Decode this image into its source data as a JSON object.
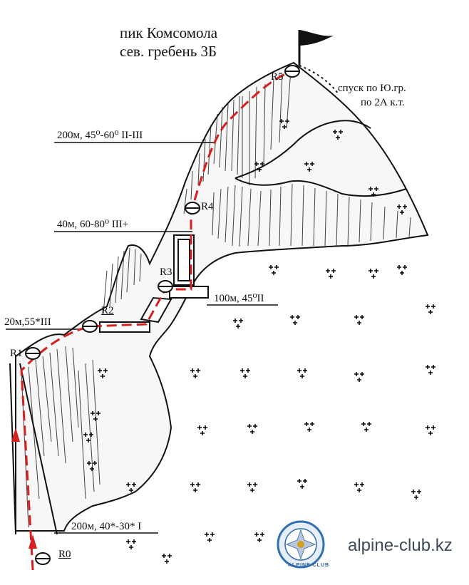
{
  "title": {
    "line1": "пик Комсомола",
    "line2": "сев. гребень 3Б"
  },
  "descent": {
    "line1": "спуск по Ю.гр.",
    "line2": "по 2А к.т."
  },
  "sections": [
    {
      "key": "s5",
      "text": "200м, 45⁰-60⁰ II-III"
    },
    {
      "key": "s4",
      "text": "40м, 60-80⁰ III+"
    },
    {
      "key": "s3",
      "text": "100м, 45⁰II"
    },
    {
      "key": "s2",
      "text": "20м,55*III"
    },
    {
      "key": "s1",
      "text": "200м, 40*-30* I"
    }
  ],
  "points": [
    "R0",
    "R1",
    "R2",
    "R3",
    "R4",
    "R5"
  ],
  "watermark": "alpine-club.kz",
  "logo_text": "ALPINE CLUB",
  "colors": {
    "route": "#d42020",
    "ink": "#111111",
    "watermark": "#3f4a59",
    "logo_blue": "#2f6fb5"
  }
}
